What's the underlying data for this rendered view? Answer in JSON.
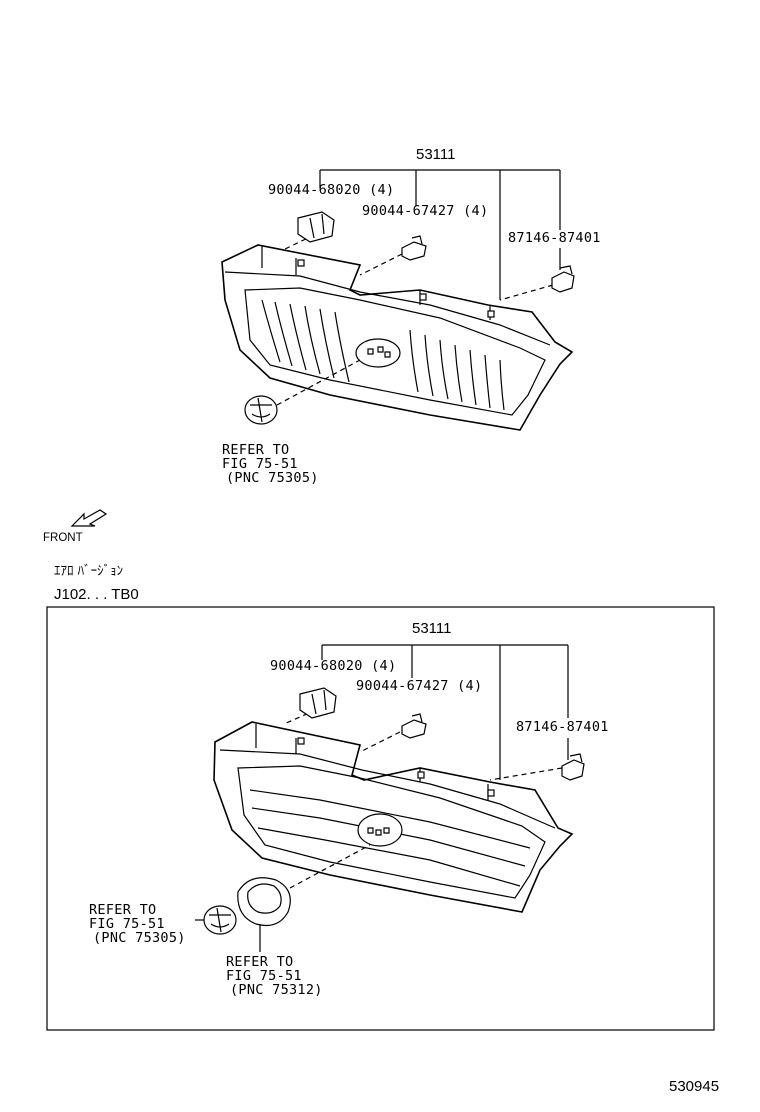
{
  "top": {
    "assembly": "53111",
    "clip1": "90044-68020 (4)",
    "clip2": "90044-67427 (4)",
    "clip3": "87146-87401",
    "refer": {
      "line1": "REFER TO",
      "line2": "FIG 75-51",
      "line3": "(PNC 75305)"
    }
  },
  "front_label": "FRONT",
  "variant": {
    "jp_label": "ｴｱﾛ ﾊﾞｰｼﾞｮﾝ",
    "code": "J102. . . TB0"
  },
  "bottom": {
    "assembly": "53111",
    "clip1": "90044-68020 (4)",
    "clip2": "90044-67427 (4)",
    "clip3": "87146-87401",
    "refer1": {
      "line1": "REFER TO",
      "line2": "FIG 75-51",
      "line3": "(PNC 75305)"
    },
    "refer2": {
      "line1": "REFER TO",
      "line2": "FIG 75-51",
      "line3": "(PNC 75312)"
    }
  },
  "figure_number": "530945"
}
